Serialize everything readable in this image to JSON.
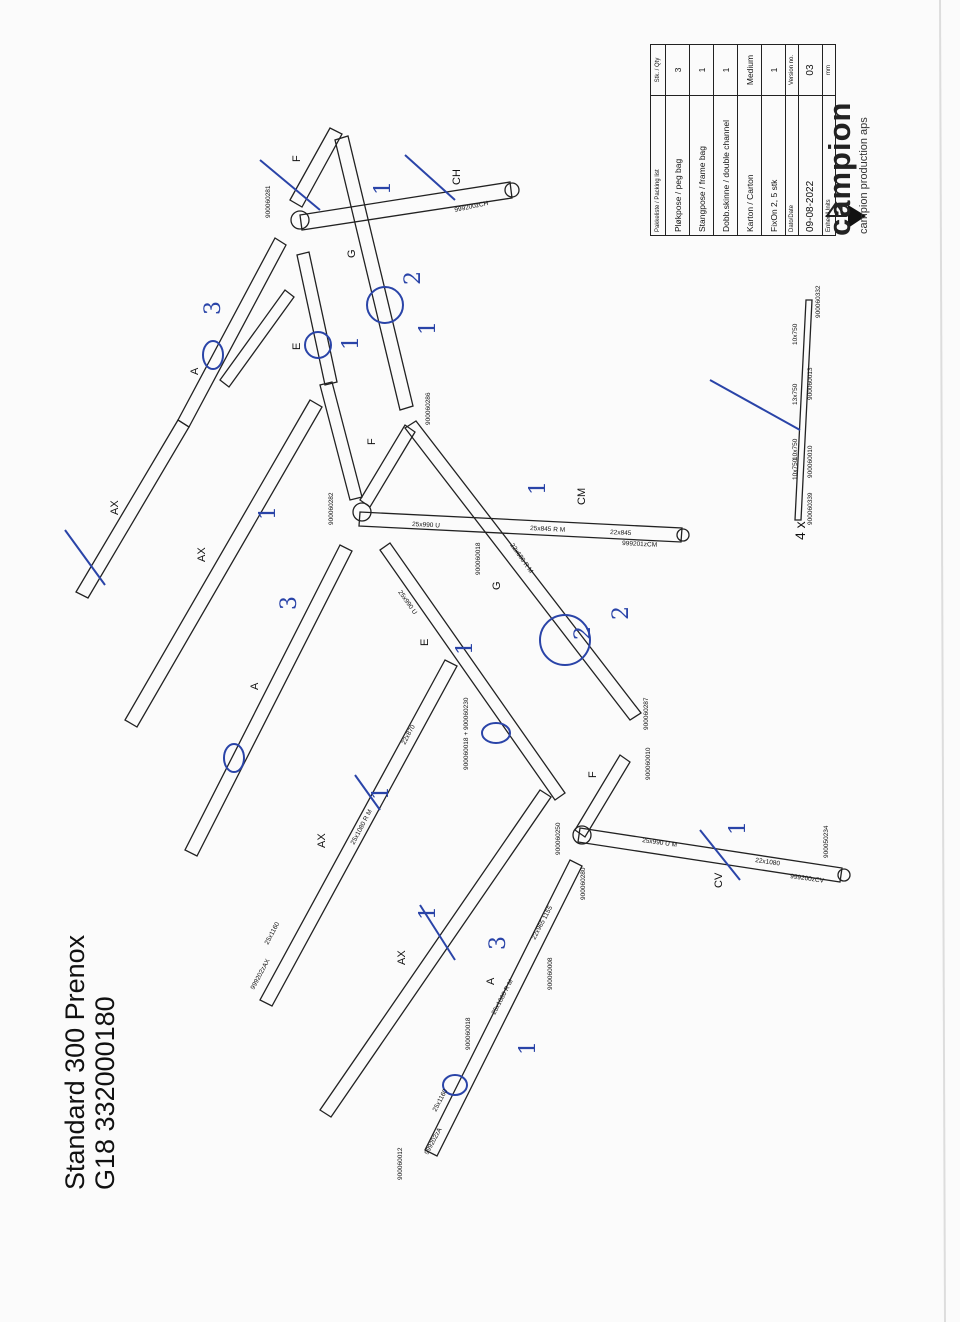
{
  "title": {
    "line1": "Standard 300 Prenox",
    "line2": "G18 332000180"
  },
  "packing_list": {
    "header_item": "Pakkeliste / Packing list",
    "header_qty": "Stk. / Qty",
    "rows": [
      {
        "item": "Pløkpose / peg bag",
        "qty": "3"
      },
      {
        "item": "Stangpose / frame bag",
        "qty": "1"
      },
      {
        "item": "Dobb.skinne / double channel",
        "qty": "1"
      },
      {
        "item": "Karton / Carton",
        "qty": "Medium"
      },
      {
        "item": "FixOn 2, 5 stk",
        "qty": "1"
      }
    ],
    "date_header": "Dato/Date",
    "version_header": "Version no.",
    "unit_header": "Enhed/Units",
    "date": "09-08-2022",
    "version": "03",
    "unit": "mm"
  },
  "brand": {
    "name": "campion",
    "tagline": "campion production aps"
  },
  "pole_letters": [
    "F",
    "CH",
    "G",
    "E",
    "A",
    "AX",
    "F",
    "AX",
    "A",
    "E",
    "G",
    "CM",
    "F",
    "AX",
    "CV",
    "AX",
    "A"
  ],
  "part_labels": {
    "p1": "999200zCH",
    "p2": "900060281",
    "p3": "900060286",
    "p4": "900060282",
    "p5": "25x990 U",
    "p6": "25x845 R M",
    "p7": "22x845",
    "p8": "999201zCM",
    "p9": "900060018",
    "p10": "22x680 R M",
    "p11": "900060287",
    "p12": "25x990 U",
    "p13": "900060018 + 900060230",
    "p14": "22x870",
    "p15": "25x1080 R M",
    "p16": "25x1160",
    "p17": "999202zAX",
    "p18": "900060250",
    "p19": "900060280",
    "p20": "25x990 U M",
    "p21": "22x1080",
    "p22": "999200zCV",
    "p23": "900050234",
    "p24": "22x965 1155",
    "p25": "25x1080 R M",
    "p26": "900060008",
    "p27": "900060018",
    "p28": "25x1160",
    "p29": "999202zA",
    "p30": "900060012",
    "p31": "900060010",
    "p32": "900060339",
    "p33": "900060010",
    "p34": "900060013",
    "p35": "900060332",
    "p36": "10x750",
    "p37": "13x750",
    "p38": "10x750",
    "p39": "10x750"
  },
  "stake_count": "4 x",
  "handwritten": [
    "1",
    "2",
    "3",
    "1",
    "1",
    "2",
    "1",
    "3",
    "1",
    "1",
    "2",
    "1",
    "1",
    "3",
    "1",
    "1"
  ]
}
